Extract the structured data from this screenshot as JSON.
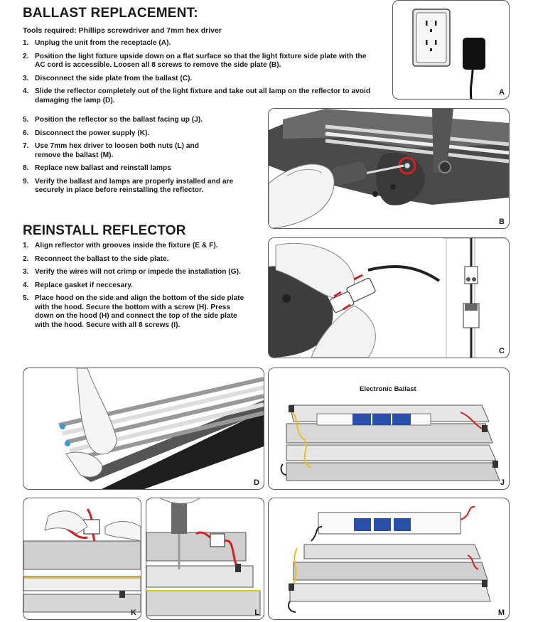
{
  "section1": {
    "title": "BALLAST REPLACEMENT:",
    "tools": "Tools required: Phillips screwdriver and 7mm hex driver",
    "steps": [
      {
        "num": "1.",
        "text": "Unplug the unit from the receptacle (A)."
      },
      {
        "num": "2.",
        "text": "Position the light fixture upside down on a flat surface so that the light fixture side plate with the AC cord is accessible. Loosen all 8 screws to remove the side plate (B)."
      },
      {
        "num": "3.",
        "text": "Disconnect the side plate from the ballast (C)."
      },
      {
        "num": "4.",
        "text": "Slide the reflector completely out of the light fixture and take out all lamp on the reflector to avoid damaging the lamp (D)."
      },
      {
        "num": "5.",
        "text": "Position the reflector so the ballast facing up (J)."
      },
      {
        "num": "6.",
        "text": "Disconnect the power supply (K)."
      },
      {
        "num": "7.",
        "text": "Use 7mm hex driver to loosen both nuts (L) and remove the ballast (M)."
      },
      {
        "num": "8.",
        "text": "Replace new ballast and reinstall lamps"
      },
      {
        "num": "9.",
        "text": "Verify the ballast and lamps are properly installed and are securely in place before reinstalling the reflector."
      }
    ]
  },
  "section2": {
    "title": "REINSTALL REFLECTOR",
    "steps": [
      {
        "num": "1.",
        "text": "Align reflector with grooves inside the fixture (E & F)."
      },
      {
        "num": "2.",
        "text": "Reconnect the ballast to the side plate."
      },
      {
        "num": "3.",
        "text": "Verify the wires will not crimp or impede the installation (G)."
      },
      {
        "num": "4.",
        "text": "Replace gasket if neccesary."
      },
      {
        "num": "5.",
        "text": "Place hood on the side and align the bottom of the side plate with the hood. Secure the bottom with a screw (H). Press down on the hood (H) and connect the top of the side plate with the hood. Secure with all 8 screws (I)."
      }
    ]
  },
  "figures": {
    "A": "A",
    "B": "B",
    "C": "C",
    "D": "D",
    "J": "J",
    "K": "K",
    "L": "L",
    "M": "M",
    "J_title": "Electronic Ballast"
  },
  "colors": {
    "ballast_blue": "#2a4fa8",
    "wire_red": "#d42020",
    "wire_yellow": "#e8c020",
    "fixture_dark": "#3a3a3a",
    "panel_border": "#5a5a5a"
  }
}
